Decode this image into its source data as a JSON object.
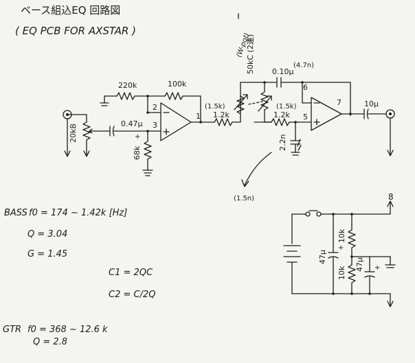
{
  "header": {
    "title": "ベース組込EQ 回路図",
    "subtitle": "( EQ PCB FOR AXSTAR )"
  },
  "circuit": {
    "r_220k": "220k",
    "r_100k": "100k",
    "cap_047": "0.47μ",
    "pot_20kb": "20kB",
    "r_68k": "68k",
    "pin_2": "2",
    "pin_3": "3",
    "pin_1": "1",
    "note_15k_a": "(1.5k)",
    "r_12k_a": "1.2k",
    "cap_010": "0.10μ",
    "note_47n": "(4.7n)",
    "pot_50kc": "50kC (2連)",
    "note_wpot": "(W-pot)",
    "note_15k_b": "(1.5k)",
    "r_12k_b": "1.2k",
    "cap_22n": "2.2n",
    "note_15n": "(1.5n)",
    "pin_6": "6",
    "pin_5": "5",
    "pin_7": "7",
    "cap_10u": "10μ",
    "plus": "+"
  },
  "notes": {
    "bass_label": "BASS",
    "bass_f0": "f0 = 174 ~ 1.42k [Hz]",
    "q_val": "Q = 3.04",
    "g_val": "G = 1.45",
    "c1": "C1 = 2QC",
    "c2": "C2 = C/2Q",
    "gtr_label": "GTR",
    "gtr_f0": "f0 = 368 ~ 12.6 k",
    "gtr_q": "Q = 2.8"
  },
  "power": {
    "cap_47u_a": "47μ",
    "r_10k_a": "10k",
    "r_10k_b": "10k",
    "cap_47u_b": "47μ",
    "vplus": "8"
  }
}
